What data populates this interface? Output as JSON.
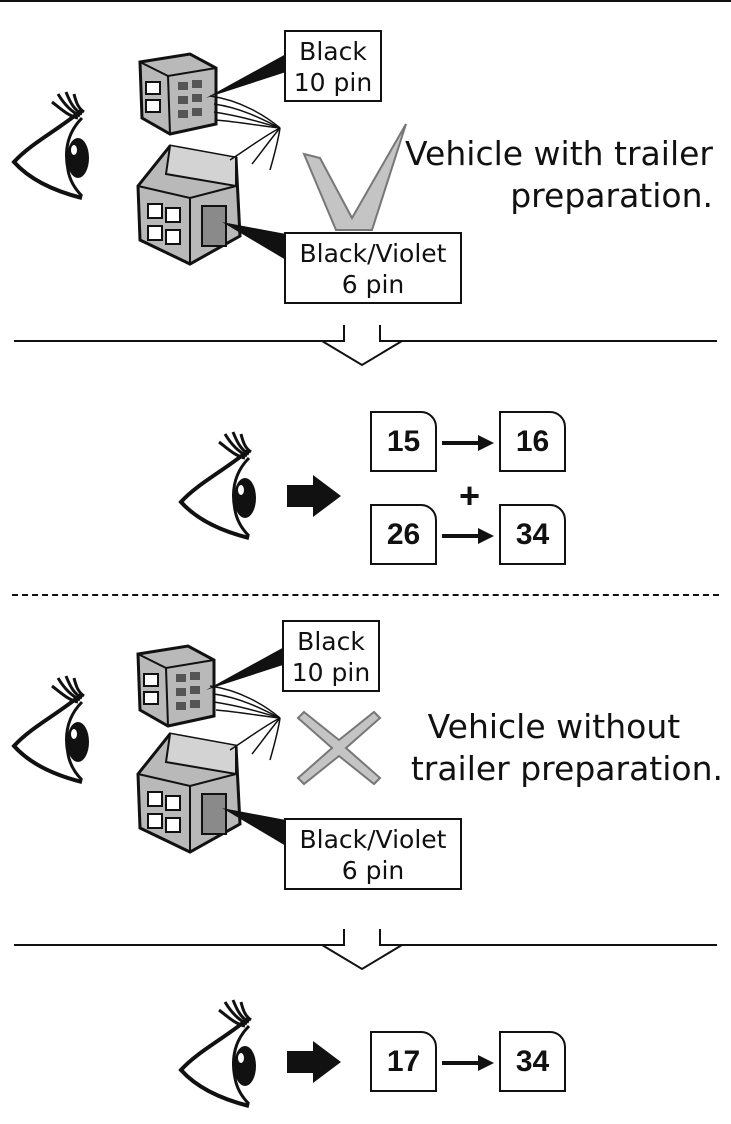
{
  "colors": {
    "ink": "#111111",
    "connector_fill": "#b9b9b9",
    "check_fill": "#c4c4c4",
    "background": "#ffffff"
  },
  "icons": [
    "eye-icon",
    "connector-10pin-icon",
    "connector-6pin-icon",
    "checkmark-icon",
    "cross-icon",
    "arrow-right-icon",
    "arrow-down-icon"
  ],
  "section_with": {
    "label_10pin": {
      "line1": "Black",
      "line2": "10 pin"
    },
    "label_6pin": {
      "line1": "Black/Violet",
      "line2": "6 pin"
    },
    "caption": {
      "line1": "Vehicle with trailer",
      "line2": "preparation."
    },
    "steps": {
      "row1": {
        "from": "15",
        "to": "16"
      },
      "plus": "+",
      "row2": {
        "from": "26",
        "to": "34"
      }
    }
  },
  "section_without": {
    "label_10pin": {
      "line1": "Black",
      "line2": "10 pin"
    },
    "label_6pin": {
      "line1": "Black/Violet",
      "line2": "6 pin"
    },
    "caption": {
      "line1": "Vehicle without",
      "line2": "trailer preparation."
    },
    "steps": {
      "from": "17",
      "to": "34"
    }
  }
}
